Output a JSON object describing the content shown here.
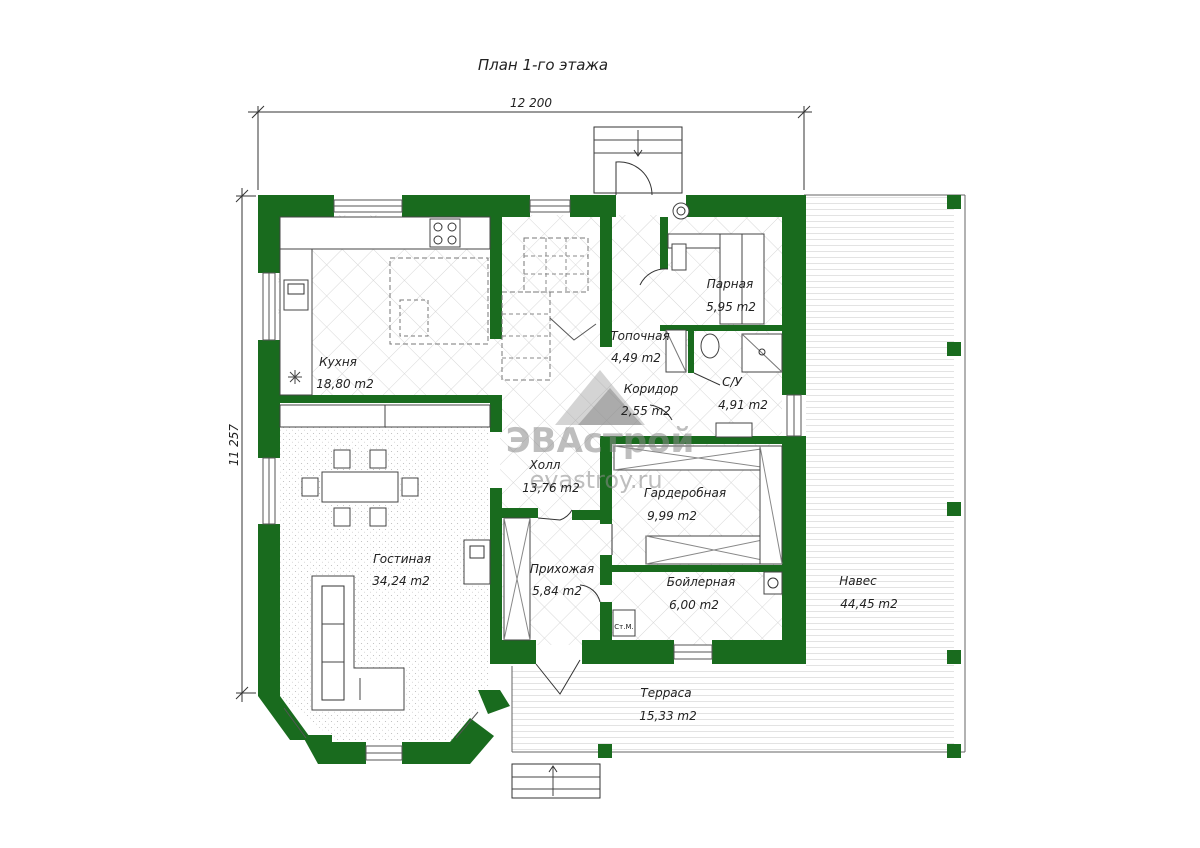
{
  "plan": {
    "title": "План 1-го этажа",
    "dim_width": "12 200",
    "dim_height": "11 257",
    "stair_label": "Ст.М."
  },
  "watermark": {
    "brand": "ЭВАстрой",
    "site": "evastroy.ru"
  },
  "rooms": [
    {
      "name": "Кухня",
      "area": "18,80 m2"
    },
    {
      "name": "Топочная",
      "area": "4,49 m2"
    },
    {
      "name": "Парная",
      "area": "5,95 m2"
    },
    {
      "name": "Коридор",
      "area": "2,55 m2"
    },
    {
      "name": "С/У",
      "area": "4,91 m2"
    },
    {
      "name": "Холл",
      "area": "13,76 m2"
    },
    {
      "name": "Гардеробная",
      "area": "9,99 m2"
    },
    {
      "name": "Гостиная",
      "area": "34,24 m2"
    },
    {
      "name": "Прихожая",
      "area": "5,84 m2"
    },
    {
      "name": "Бойлерная",
      "area": "6,00 m2"
    },
    {
      "name": "Навес",
      "area": "44,45 m2"
    },
    {
      "name": "Терраса",
      "area": "15,33 m2"
    }
  ],
  "colors": {
    "wall": "#196b1e"
  }
}
